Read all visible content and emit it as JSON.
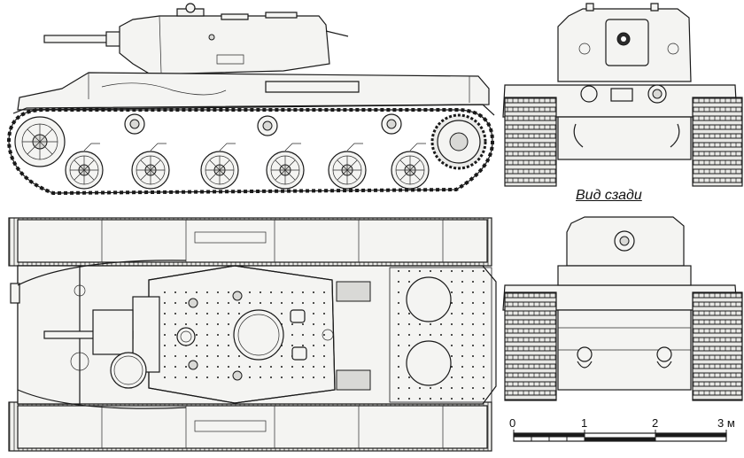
{
  "rear_view_caption": "Вид сзади",
  "scale_bar": {
    "ticks": [
      "0",
      "1",
      "2",
      "3 м"
    ],
    "colors": {
      "line": "#1a1a1a",
      "paper": "#ffffff"
    }
  },
  "views": [
    "side-view",
    "front-view",
    "rear-view",
    "top-view"
  ]
}
